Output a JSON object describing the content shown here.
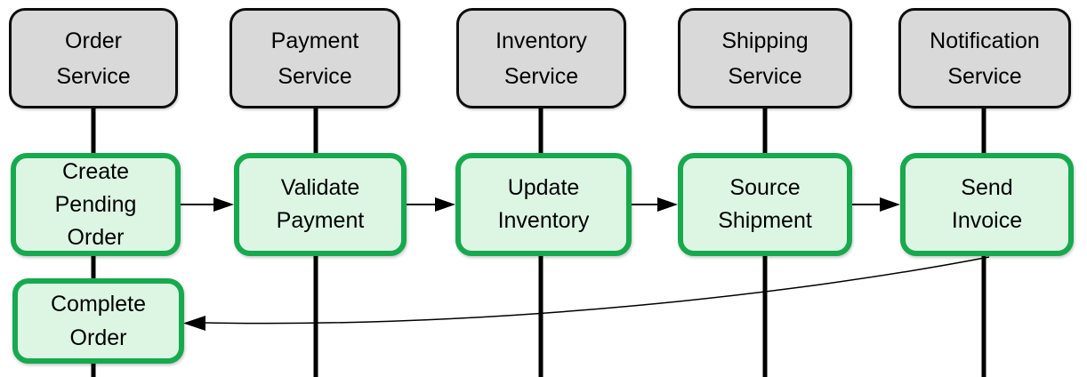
{
  "colors": {
    "service_fill": "#d9d9d9",
    "service_border": "#0d0d0d",
    "step_fill": "#ddf6e4",
    "step_border": "#17a94e",
    "line_color": "#000000"
  },
  "services": [
    {
      "id": "order",
      "lines": [
        "Order",
        "Service"
      ]
    },
    {
      "id": "payment",
      "lines": [
        "Payment",
        "Service"
      ]
    },
    {
      "id": "inventory",
      "lines": [
        "Inventory",
        "Service"
      ]
    },
    {
      "id": "shipping",
      "lines": [
        "Shipping",
        "Service"
      ]
    },
    {
      "id": "notification",
      "lines": [
        "Notification",
        "Service"
      ]
    }
  ],
  "steps": [
    {
      "id": "create-pending-order",
      "lines": [
        "Create",
        "Pending",
        "Order"
      ]
    },
    {
      "id": "validate-payment",
      "lines": [
        "Validate",
        "Payment"
      ]
    },
    {
      "id": "update-inventory",
      "lines": [
        "Update",
        "Inventory"
      ]
    },
    {
      "id": "source-shipment",
      "lines": [
        "Source",
        "Shipment"
      ]
    },
    {
      "id": "send-invoice",
      "lines": [
        "Send",
        "Invoice"
      ]
    },
    {
      "id": "complete-order",
      "lines": [
        "Complete",
        "Order"
      ]
    }
  ]
}
